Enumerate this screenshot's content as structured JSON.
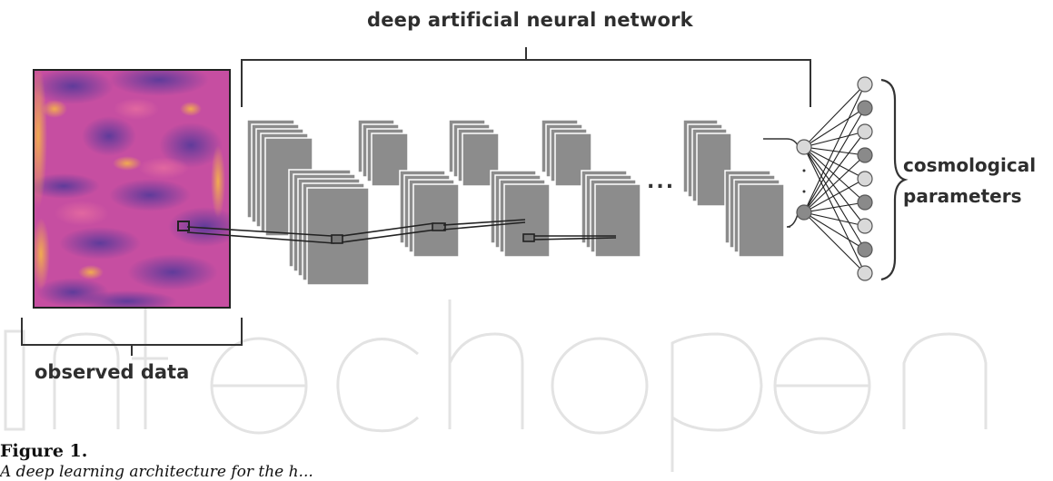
{
  "figure": {
    "labels": {
      "network": "deep artificial neural network",
      "params_line1": "cosmological",
      "params_line2": "parameters",
      "observed": "observed data",
      "ellipsis": "..."
    },
    "caption": {
      "title": "Figure 1.",
      "text": "A deep learning architecture for the h..."
    },
    "watermark": "IntechOpen",
    "colors": {
      "layer_fill": "#8c8c8c",
      "layer_edge": "#ffffff",
      "line": "#333333",
      "node_light": "#d9d9d9",
      "node_dark": "#8a8a8a",
      "watermark": "#e2e2e2",
      "data_base": "#c94aa0",
      "data_purple": "#6a3f9c",
      "data_orange": "#f0a24b"
    }
  }
}
